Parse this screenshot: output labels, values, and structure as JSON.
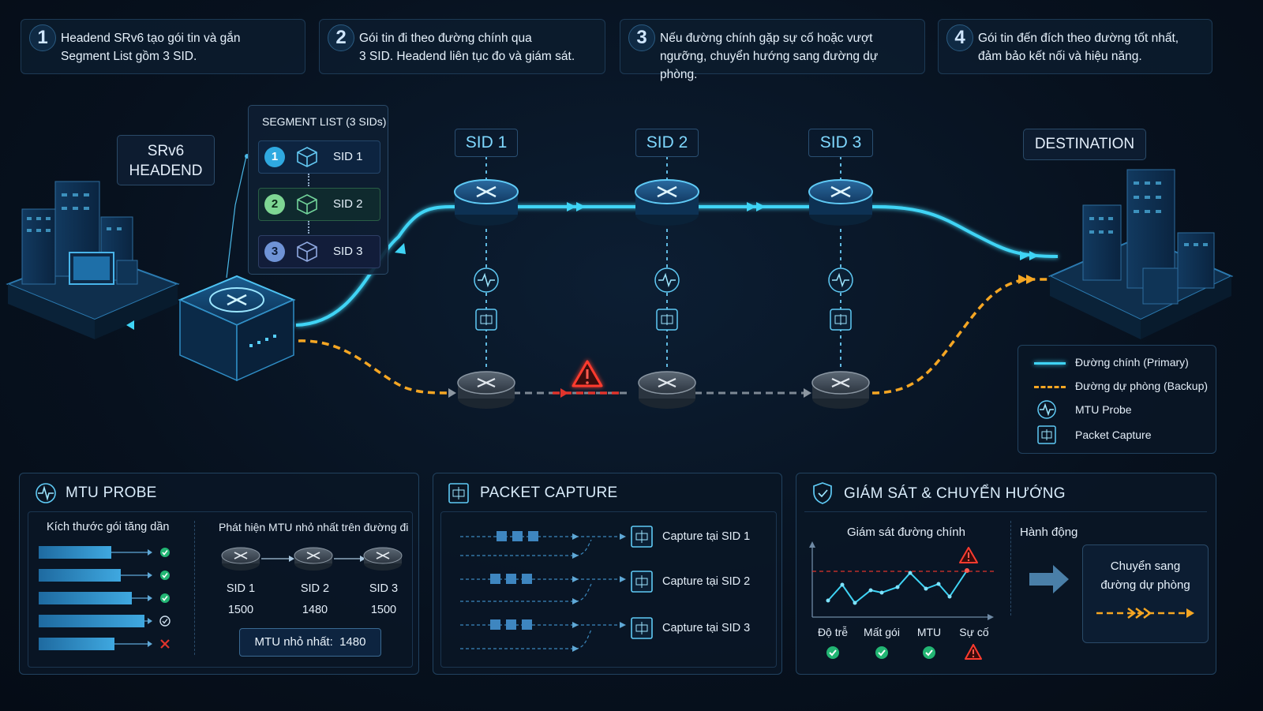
{
  "steps": [
    {
      "num": "1",
      "line1": "Headend SRv6 tạo gói tin và gắn",
      "line2": "Segment List gồm 3 SID."
    },
    {
      "num": "2",
      "line1": "Gói tin đi theo đường chính qua",
      "line2": "3 SID. Headend liên tục đo và giám sát."
    },
    {
      "num": "3",
      "line1": "Nếu đường chính gặp sự cố hoặc vượt",
      "line2": "ngưỡng, chuyển hướng sang đường dự phòng."
    },
    {
      "num": "4",
      "line1": "Gói tin đến đích theo đường tốt nhất,",
      "line2": "đảm bảo kết nối và hiệu năng."
    }
  ],
  "headend": {
    "line1": "SRv6",
    "line2": "HEADEND"
  },
  "segment_list": {
    "title": "SEGMENT LIST (3 SIDs)",
    "items": [
      {
        "num": "1",
        "label": "SID 1"
      },
      {
        "num": "2",
        "label": "SID 2"
      },
      {
        "num": "3",
        "label": "SID 3"
      }
    ]
  },
  "nodes": {
    "sid1": "SID 1",
    "sid2": "SID 2",
    "sid3": "SID 3",
    "destination": "DESTINATION"
  },
  "legend": {
    "primary": "Đường chính (Primary)",
    "backup": "Đường dự phòng (Backup)",
    "mtu": "MTU Probe",
    "capture": "Packet Capture"
  },
  "mtu_panel": {
    "title": "MTU PROBE",
    "left_heading": "Kích thước gói tăng dần",
    "right_heading": "Phát hiện MTU nhỏ nhất trên đường đi",
    "hops": [
      {
        "label": "SID 1",
        "mtu": "1500"
      },
      {
        "label": "SID 2",
        "mtu": "1480"
      },
      {
        "label": "SID 3",
        "mtu": "1500"
      }
    ],
    "result_label": "MTU nhỏ nhất:",
    "result_value": "1480"
  },
  "capture_panel": {
    "title": "PACKET CAPTURE",
    "items": [
      "Capture tại SID 1",
      "Capture tại SID 2",
      "Capture tại SID 3"
    ]
  },
  "monitor_panel": {
    "title": "GIÁM SÁT & CHUYỂN HƯỚNG",
    "chart_title": "Giám sát đường chính",
    "action_title": "Hành động",
    "action_line1": "Chuyển sang",
    "action_line2": "đường dự phòng",
    "metrics": [
      {
        "label": "Độ trễ",
        "status": "ok"
      },
      {
        "label": "Mất gói",
        "status": "ok"
      },
      {
        "label": "MTU",
        "status": "ok"
      },
      {
        "label": "Sự cố",
        "status": "alert"
      }
    ]
  },
  "colors": {
    "primary": "#3fd4f5",
    "backup": "#f5a623",
    "alert": "#e0342c",
    "ok": "#22b573"
  }
}
